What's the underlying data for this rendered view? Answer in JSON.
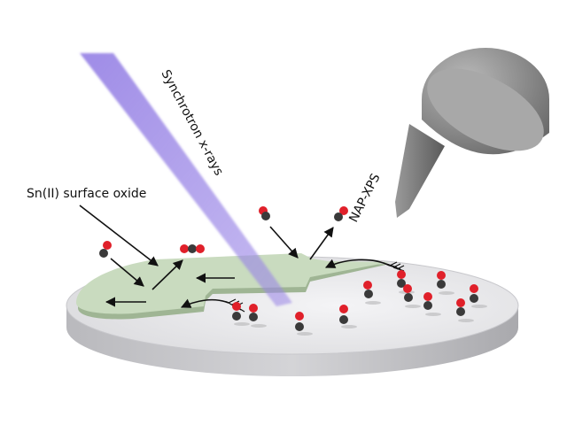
{
  "labels": {
    "beam": "Synchrotron x-rays",
    "analyzer": "NAP-XPS",
    "oxide": "Sn(II) surface oxide"
  },
  "colors": {
    "beam": "#9a86e6",
    "oxide": "#c9dbbf",
    "disk": "#e9e9ec",
    "oxygen": "#e0202a",
    "carbon": "#3a3a3a",
    "analyzer": "#8d8d8d"
  }
}
